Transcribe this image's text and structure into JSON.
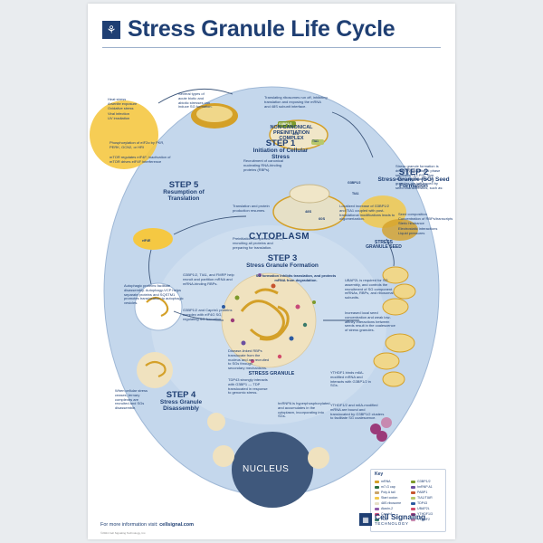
{
  "title": "Stress Granule Life Cycle",
  "labels": {
    "cytoplasm": "CYTOPLASM",
    "nucleus": "NUCLEUS",
    "stress_granule": "STRESS GRANULE",
    "seed": "STRESS GRANULE SEED",
    "noncanonical": "NON-CANONICAL PREINITIATION COMPLEX"
  },
  "steps": {
    "s1": {
      "n": "STEP 1",
      "s": "Initiation of Cellular Stress"
    },
    "s2": {
      "n": "STEP 2",
      "s": "Stress Granule (SG) Seed Formation"
    },
    "s3": {
      "n": "STEP 3",
      "s": "Stress Granule Formation"
    },
    "s4": {
      "n": "STEP 4",
      "s": "Stress Granule Disassembly"
    },
    "s5": {
      "n": "STEP 5",
      "s": "Resumption of Translation"
    }
  },
  "stress_list": [
    "Heat stress",
    "Arsenite exposure",
    "Oxidative stress",
    "Viral infection",
    "UV irradiation"
  ],
  "texts": {
    "phospho": "Phosphorylation of eIF2α by PKR, PERK, GCN2, or HRI",
    "mtor": "mTOR regulates eIF4F; inactivation of mTOR drives eIF4F interference",
    "stress_types": "Several types of acute biotic and abiotic stresses can induce SG formation.",
    "translating": "Translating ribosomes run off, inhibiting translation and exposing the mRNA and 48S subunit interface.",
    "recruit": "Recruitment of canonical nucleating RNA-binding proteins (RBPs).",
    "localized": "Localized increase of G3BP1/2 and TIA1 coupled with post-translational modifications leads to oligomerization.",
    "sg_formation_intro": "Stress granule formation is driven by liquid-liquid phase separation (LLPS). Size, shape, and structure of granules are influenced by seed characteristics, such as:",
    "sg_inhibits": "SG formation inhibits translation, and protects mRNA from degradation.",
    "g3bp_tia": "G3BP1/2, TIA1, and FMRP help recruit and partition mRNA and mRNA-binding RBPs.",
    "ubap2l": "UBAP2L is required for SG assembly, and controls the recruitment of SG component mRNAs, RBPs, and ribosomal subunits.",
    "g3bp_caprin": "G3BP1/2 and Caprin1 proteins complex with eIF4G SG, regulating SG formation.",
    "increased_seed": "Increased local seed concentration and weak low-affinity interactions between seeds result in the coalescence of stress granules.",
    "disease": "Disease-linked RBPs translocate from the nucleus and are recruited to SGs through secondary mechanisms.",
    "tdp43": "TDP43 strongly interacts with G3BP1 — TDP translocated in response to genomic stress.",
    "ythdf": "YTHDF1 binds m6A-modified mRNA and interacts with G3BP1/2 in SGs.",
    "mrna_hypo": "hnRNPA is hyperphosphorylated and accumulates in the cytoplasm, incorporating into SGs.",
    "ythdf_m6a": "YTHDF1/2 and m6A-modified mRNA are bound and translocated by G3BP1/2 clusters to facilitate SG coalescence.",
    "autophagy": "Autophagic proteins facilitate disassembly. Autophagy-VCP helps separate proteins and SQSTM1 promotes translocation to autophagic vesicles.",
    "disassembly": "When cellular stress ceases, ternary complexes are recruited and SGs disassemble.",
    "preinit": "Preinitiation complexes re-form, recruiting all proteins and preparing for translation.",
    "translation_resumes": "Translation and protein production resumes."
  },
  "seed_bullets": [
    "Seed composition",
    "Concentration of RBPs/transcripts",
    "Steric hindrance",
    "Electrostatic interactions",
    "Liquid pressures"
  ],
  "complex_labels": {
    "g3bp": "G3BP1/2",
    "tia1": "TIA1",
    "s40": "40S",
    "s48": "48S",
    "g3bp2": "G3BP1/2",
    "tia1b": "TIA1",
    "s60": "60S",
    "eif": "eIF4E"
  },
  "key": {
    "title": "Key",
    "left": [
      {
        "label": "mRNA",
        "color": "#d4a028"
      },
      {
        "label": "m7-G cap",
        "color": "#2a6e3f"
      },
      {
        "label": "Poly A tail",
        "color": "#c9a46a"
      },
      {
        "label": "Start codon",
        "color": "#f2c94c"
      },
      {
        "label": "48S ribosome",
        "color": "#e6e0c6"
      },
      {
        "label": "Ataxin-2",
        "color": "#8e5aa8"
      },
      {
        "label": "Caprin1",
        "color": "#c84a7a"
      },
      {
        "label": "FUS",
        "color": "#3a7a6a"
      }
    ],
    "right": [
      {
        "label": "G3BP1/2",
        "color": "#7d9a2b"
      },
      {
        "label": "hnRNP A1",
        "color": "#6b4fa0"
      },
      {
        "label": "PABP1",
        "color": "#c7542e"
      },
      {
        "label": "TIA1/TIAR",
        "color": "#b8c86a"
      },
      {
        "label": "TDP43",
        "color": "#2c5aa0"
      },
      {
        "label": "UBAP2L",
        "color": "#d24b6b"
      },
      {
        "label": "YTHDF1/3",
        "color": "#9b3a7a"
      },
      {
        "label": "YTHDF2",
        "color": "#c78ab0"
      }
    ]
  },
  "footer": {
    "prefix": "For more information visit:",
    "url": "cellsignal.com",
    "copyright": "©2024 Cell Signaling Technology, Inc."
  },
  "brand": {
    "name": "Cell Signaling",
    "tag": "TECHNOLOGY"
  },
  "colors": {
    "navy": "#1f3f73",
    "cell": "#c4d7ec",
    "nucleus": "#3f587c",
    "granule": "#f0e2bf",
    "mrna": "#d4a028"
  }
}
